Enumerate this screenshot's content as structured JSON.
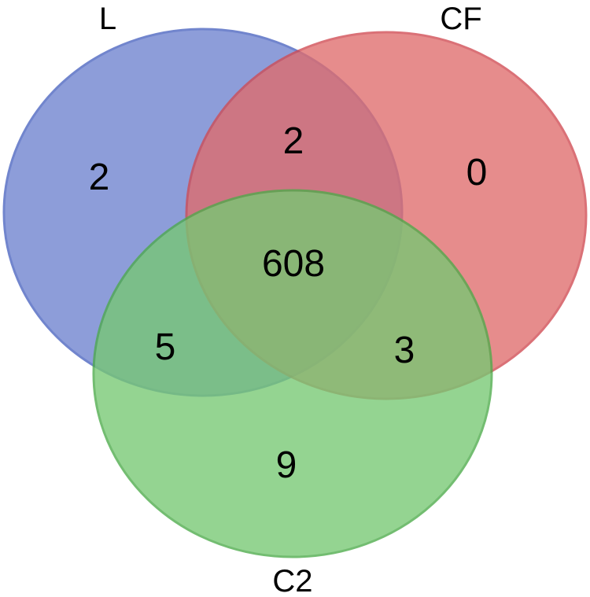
{
  "sets": [
    {
      "id": "L",
      "label": "L",
      "fill": "#6e82cf",
      "stroke": "#4a63c0"
    },
    {
      "id": "CF",
      "label": "CF",
      "fill": "#e06c6c",
      "stroke": "#d04a52"
    },
    {
      "id": "C2",
      "label": "C2",
      "fill": "#77c873",
      "stroke": "#4cab4a"
    }
  ],
  "regions": {
    "L_only": "2",
    "CF_only": "0",
    "C2_only": "9",
    "L_CF": "2",
    "L_C2": "5",
    "CF_C2": "3",
    "L_CF_C2": "608"
  }
}
